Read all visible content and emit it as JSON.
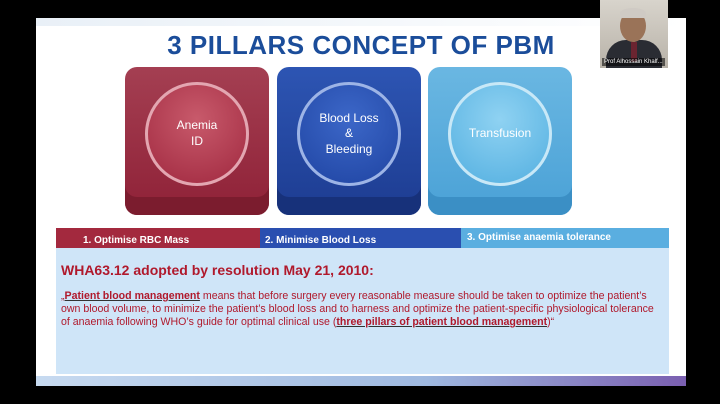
{
  "slide": {
    "title": "3  PILLARS CONCEPT OF PBM",
    "pillars": [
      {
        "label": "Anemia\nID"
      },
      {
        "label": "Blood Loss\n&\nBleeding"
      },
      {
        "label": "Transfusion"
      }
    ],
    "bar": [
      {
        "label": "1. Optimise RBC Mass"
      },
      {
        "label": "2. Minimise Blood Loss"
      },
      {
        "label": "3. Optimise anaemia tolerance"
      }
    ],
    "box": {
      "heading": "WHA63.12 adopted by resolution May 21, 2010:",
      "quote_open": "„",
      "term": "Patient blood management",
      "body": " means that before surgery every  reasonable measure should be taken to optimize the patient’s own blood volume, to  minimize the patient’s blood loss and to harness and optimize the patient-specific  physiological tolerance of anaemia following WHO’s guide for optimal clinical use  (",
      "link": "three pillars of patient blood management",
      "close": ")“"
    }
  },
  "webcam": {
    "name": "Prof Alhossain Khalf..."
  },
  "colors": {
    "title": "#1b4d9a",
    "pillar1": "#8f2137",
    "pillar2": "#1d3c91",
    "pillar3": "#4aa1d6",
    "text_red": "#b0192c",
    "box_bg": "#cfe5f8"
  }
}
